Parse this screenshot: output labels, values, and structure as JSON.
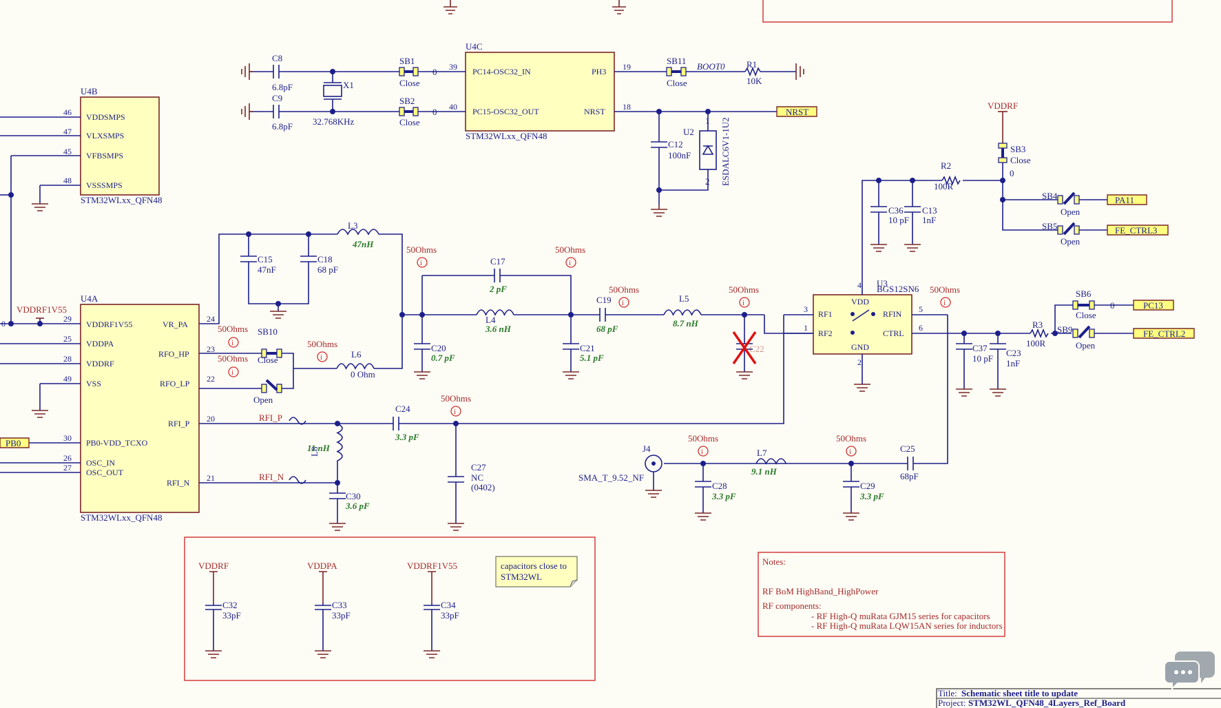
{
  "labels": {
    "u4c": "U4C",
    "u4c_pin1": "PC14-OSC32_IN",
    "u4c_pin2": "PC15-OSC32_OUT",
    "u4c_pin3": "PH3",
    "u4c_pin4": "NRST",
    "u4c_part": "STM32WLxx_QFN48",
    "pin39": "39",
    "pin40": "40",
    "pin19": "19",
    "pin18": "18",
    "c8": "C8",
    "c8v": "6.8pF",
    "c9": "C9",
    "c9v": "6.8pF",
    "x1": "X1",
    "x1v": "32.768KHz",
    "sb1": "SB1",
    "sb2": "SB2",
    "close": "Close",
    "open": "Open",
    "zero": "0",
    "sb11": "SB11",
    "boot0": "BOOT0",
    "r1": "R1",
    "r1v": "10K",
    "nrst": "NRST",
    "u2": "U2",
    "u2v": "ESDALC6V1-1U2",
    "c12": "C12",
    "c12v": "100nF",
    "p1": "1",
    "p2": "2",
    "u4b": "U4B",
    "vddsmps": "VDDSMPS",
    "vlxsmps": "VLXSMPS",
    "vfbsmps": "VFBSMPS",
    "vsssmps": "VSSSMPS",
    "p46": "46",
    "p47": "47",
    "p45": "45",
    "p48": "48",
    "u4b_part": "STM32WLxx_QFN48",
    "u4a": "U4A",
    "vddrf1v55": "VDDRF1V55",
    "vddpa": "VDDPA",
    "vddrf": "VDDRF",
    "vss": "VSS",
    "pb0vdd": "PB0-VDD_TCXO",
    "osc_in": "OSC_IN",
    "osc_out": "OSC_OUT",
    "vr_pa": "VR_PA",
    "rfo_hp": "RFO_HP",
    "rfo_lp": "RFO_LP",
    "rfi_p": "RFI_P",
    "rfi_n": "RFI_N",
    "p29": "29",
    "p25": "25",
    "p28": "28",
    "p49": "49",
    "p30": "30",
    "p26": "26",
    "p27": "27",
    "p24": "24",
    "p23": "23",
    "p22": "22",
    "p20": "20",
    "p21": "21",
    "u4a_part": "STM32WLxx_QFN48",
    "pb0": "PB0",
    "vddrf1v55_net": "VDDRF1V55",
    "zero_left": "0",
    "l3": "L3",
    "l3v": "47nH",
    "c15": "C15",
    "c15v": "47nF",
    "c18": "C18",
    "c18v": "68 pF",
    "ohm50": "50Ohms",
    "c17": "C17",
    "c17v": "2 pF",
    "l4": "L4",
    "l4v": "3.6 nH",
    "c20": "C20",
    "c20v": "0.7 pF",
    "c21": "C21",
    "c21v": "5.1 pF",
    "c19": "C19",
    "c19v": "68 pF",
    "l5": "L5",
    "l5v": "8.7 nH",
    "c22": "C22",
    "sb10": "SB10",
    "l6": "L6",
    "l6v": "0 Ohm",
    "rfip_net": "RFI_P",
    "rfin_net": "RFI_N",
    "c24": "C24",
    "c24v": "3.3 pF",
    "l8": "L8",
    "l8v": "11 nH",
    "c30": "C30",
    "c30v": "3.6 pF",
    "c27": "C27",
    "c27v": "NC",
    "c27p": "(0402)",
    "u3": "U3",
    "u3v": "BGS12SN6",
    "vdd": "VDD",
    "rf1": "RF1",
    "rf2": "RF2",
    "rfin": "RFIN",
    "ctrl": "CTRL",
    "gnd": "GND",
    "u3p3": "3",
    "u3p1": "1",
    "u3p4": "4",
    "u3p5": "5",
    "u3p6": "6",
    "u3p2": "2",
    "c36": "C36",
    "c36v": "10 pF",
    "c13": "C13",
    "c13v": "1nF",
    "r2": "R2",
    "r2v": "100R",
    "vddrf_top": "VDDRF",
    "sb3": "SB3",
    "sb4": "SB4",
    "sb5": "SB5",
    "pa11": "PA11",
    "fe_ctrl3": "FE_CTRL3",
    "sb6": "SB6",
    "pc13": "PC13",
    "r3": "R3",
    "r3v": "100R",
    "sb9": "SB9",
    "fe_ctrl2": "FE_CTRL2",
    "c37": "C37",
    "c37v": "10 pF",
    "c23": "C23",
    "c23v": "1nF",
    "j4": "J4",
    "j4v": "SMA_T_9.52_NF",
    "c28": "C28",
    "c28v": "3.3 pF",
    "l7": "L7",
    "l7v": "9.1 nH",
    "c29": "C29",
    "c29v": "3.3 pF",
    "c25": "C25",
    "c25v": "68pF",
    "b_vddrf": "VDDRF",
    "b_vddpa": "VDDPA",
    "b_vddrf1v55": "VDDRF1V55",
    "c32": "C32",
    "c33": "C33",
    "c34": "C34",
    "c33pf": "33pF",
    "note_cap1": "capacitors close to",
    "note_cap2": "STM32WL",
    "notes": "Notes:",
    "bom": "RF BoM HighBand_HighPower",
    "rfcomp": "RF components:",
    "rf_q1": "- RF High-Q muRata GJM15 series for capacitors",
    "rf_q2": "- RF High-Q muRata LQW15AN series for inductors",
    "title_k": "Title:",
    "title_v": "Schematic sheet title to update",
    "proj_k": "Project:",
    "proj_v": "STM32WL_QFN48_4Layers_Ref_Board"
  }
}
